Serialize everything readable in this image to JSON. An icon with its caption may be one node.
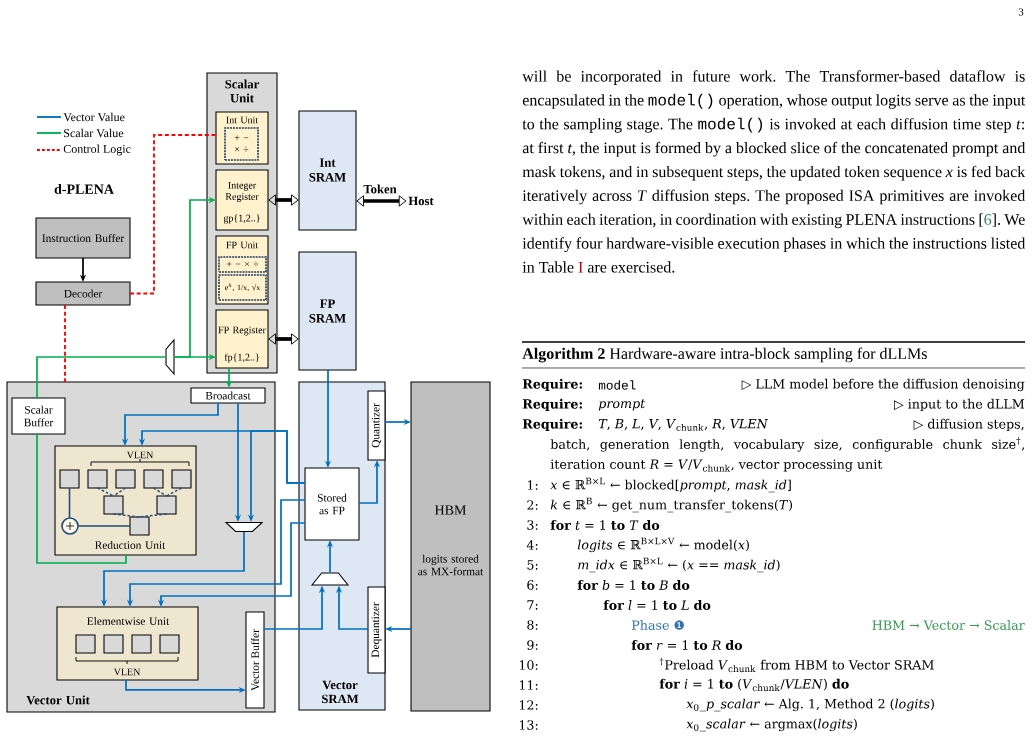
{
  "diagram": {
    "nodes": [
      {
        "text": [
          "Scalar Unit"
        ]
      },
      {
        "text": [
          "Int Unit"
        ],
        "in": 0
      },
      {
        "text": [
          "+ − × ÷"
        ],
        "in": 1
      },
      {
        "text": [
          "Integer Register",
          "gp{1,2..}"
        ],
        "in": 0
      },
      {
        "text": [
          "FP Unit"
        ],
        "in": 0
      },
      {
        "text": [
          "+ − × ÷"
        ],
        "in": 4
      },
      {
        "text": [
          "e$^{x}$, 1/x, √x"
        ],
        "in": 4
      },
      {
        "text": [
          "FP Register",
          "fp{1,2..}"
        ],
        "in": 0
      },
      {
        "text": [
          "Int SRAM"
        ]
      },
      {
        "text": [
          "Host"
        ]
      },
      {
        "text": [
          "FP SRAM"
        ]
      },
      {
        "text": [
          "Instruction Buffer"
        ]
      },
      {
        "text": [
          "Decoder"
        ]
      },
      {
        "text": [
          "Vector Unit"
        ]
      },
      {
        "text": [
          "Scalar Buffer"
        ],
        "in": 13
      },
      {
        "text": [
          "Broadcast"
        ],
        "in": 13
      },
      {
        "text": [
          "VLEN",
          "Reduction Unit"
        ],
        "in": 13
      },
      {
        "text": [],
        "shape": "trapezoid",
        "in": 13
      },
      {
        "text": [
          "Elementwise Unit",
          "VLEN"
        ],
        "in": 13
      },
      {
        "text": [
          "Vector Buffer"
        ],
        "in": 13
      },
      {
        "text": [
          "Vector SRAM"
        ]
      },
      {
        "text": [
          "Quantizer"
        ],
        "in": 20
      },
      {
        "text": [
          "Stored as FP"
        ],
        "in": 20
      },
      {
        "text": [],
        "shape": "trapezoid",
        "in": 20
      },
      {
        "text": [
          "Dequantizer"
        ],
        "in": 20
      },
      {
        "text": [
          "HBM",
          "logits stored as MX-format"
        ]
      },
      {
        "text": [],
        "shape": "trapezoid"
      }
    ],
    "edges": [
      {
        "from": 3,
        "to": 8,
        "arrow": "both",
        "style": "thick",
        "color": "#000000"
      },
      {
        "from": 7,
        "to": 10,
        "arrow": "both",
        "style": "thick",
        "color": "#000000"
      },
      {
        "from": 8,
        "to": 9,
        "arrow": "both",
        "label": "Token",
        "style": "thick",
        "color": "#000000"
      },
      {
        "from": 11,
        "to": 12,
        "arrow": "to",
        "color": "#000000"
      },
      {
        "from": 12,
        "to": 1,
        "arrow": "none",
        "style": "dashed",
        "color": "#ff0000"
      },
      {
        "from": 12,
        "to": 13,
        "arrow": "none",
        "style": "dashed",
        "color": "#ff0000"
      },
      {
        "from": 16,
        "to": 14,
        "arrow": "none",
        "color": "#00b050"
      },
      {
        "from": 14,
        "to": 26,
        "arrow": "none",
        "color": "#00b050"
      },
      {
        "from": 26,
        "to": 7,
        "arrow": "to",
        "color": "#00b050"
      },
      {
        "from": 26,
        "to": 3,
        "arrow": "to",
        "color": "#00b050"
      },
      {
        "from": 7,
        "to": 15,
        "arrow": "to",
        "color": "#00b050"
      },
      {
        "from": 15,
        "to": 16,
        "arrow": "to"
      },
      {
        "from": 15,
        "to": 17,
        "arrow": "to"
      },
      {
        "from": 22,
        "to": 16,
        "arrow": "to"
      },
      {
        "from": 22,
        "to": 17,
        "arrow": "to"
      },
      {
        "from": 17,
        "to": 18,
        "arrow": "to"
      },
      {
        "from": 22,
        "to": 18,
        "arrow": "to"
      },
      {
        "from": 22,
        "to": 18,
        "arrow": "to"
      },
      {
        "from": 18,
        "to": 19,
        "arrow": "to"
      },
      {
        "from": 19,
        "to": 23,
        "arrow": "to"
      },
      {
        "from": 24,
        "to": 23,
        "arrow": "to"
      },
      {
        "from": 23,
        "to": 22,
        "arrow": "to"
      },
      {
        "from": 10,
        "to": 22,
        "arrow": "to"
      },
      {
        "from": 22,
        "to": 21,
        "arrow": "to"
      },
      {
        "from": 21,
        "to": 25,
        "arrow": "to"
      },
      {
        "from": 25,
        "to": 24,
        "arrow": "to"
      }
    ],
    "labels": [
      "3",
      "d-PLENA",
      "will be incorporated in future work. The Transformer-based dataflow is encapsulated in the",
      "model()",
      "operation, whose output logits serve as the input to the sampling stage. The",
      "model()",
      "is invoked at each diffusion time step *t*: at first *t*, the input is formed by a blocked slice of the concatenated prompt and mask tokens, and in subsequent steps, the updated token sequence *x* is fed back iteratively across *T* diffusion steps. The proposed ISA primitives are invoked within each iteration, in coordination with existing PLENA instructions [",
      "6",
      "]. We identify four hardware-visible execution phases in which the instructions listed in Table",
      "I",
      "are exercised.",
      "**Algorithm 2** Hardware-aware intra-block sampling for dLLMs",
      "Require:",
      "model",
      "▷ LLM model before the diffusion denoising",
      "Require:",
      "*prompt*",
      "▷ input to the dLLM",
      "Require:",
      "*T*, *B*, *L*, *V*, *V*$_{chunk}$, *R*, *VLEN*",
      "▷ diffusion steps,",
      "batch, generation length, vocabulary size, configurable chunk size$^{†}$, iteration count *R* = *V*/*V*$_{chunk}$, vector processing unit",
      "1:",
      "*x* ∈ ℝ$^{B×L}$ ← blocked[*prompt*, *mask_id*]",
      "2:",
      "*k* ∈ ℝ$^{B}$ ← get_num_transfer_tokens(*T*)",
      "3:",
      "**for** *t* = 1 **to** *T* **do**",
      "4:",
      "*logits* ∈ ℝ$^{B×L×V}$ ← model(*x*)",
      "5:",
      "*m_idx* ∈ ℝ$^{B×L}$ ← (*x* == *mask_id*)",
      "6:",
      "**for** *b* = 1 **to** *B* **do**",
      "7:",
      "**for** *l* = 1 **to** *L* **do**",
      "8:",
      "Phase",
      "❶",
      "HBM → Vector → Scalar",
      "9:",
      "**for** *r* = 1 **to** *R* **do**",
      "10:",
      "$^{†}$Preload *V*$_{chunk}$ from HBM to Vector SRAM",
      "11:",
      "**for** *i* = 1 **to** (*V*$_{chunk}$/*VLEN*) **do**",
      "12:",
      "*x*$_{0}$*_p_scalar* ← Alg. 1, Method 2 (*logits*)",
      "13:",
      "*x*$_{0}$*_scalar* ← argmax(*logits*)"
    ],
    "legend": [
      {
        "text": "Vector Value"
      },
      {
        "text": "Scalar Value"
      },
      {
        "text": "Control Logic"
      }
    ]
  }
}
